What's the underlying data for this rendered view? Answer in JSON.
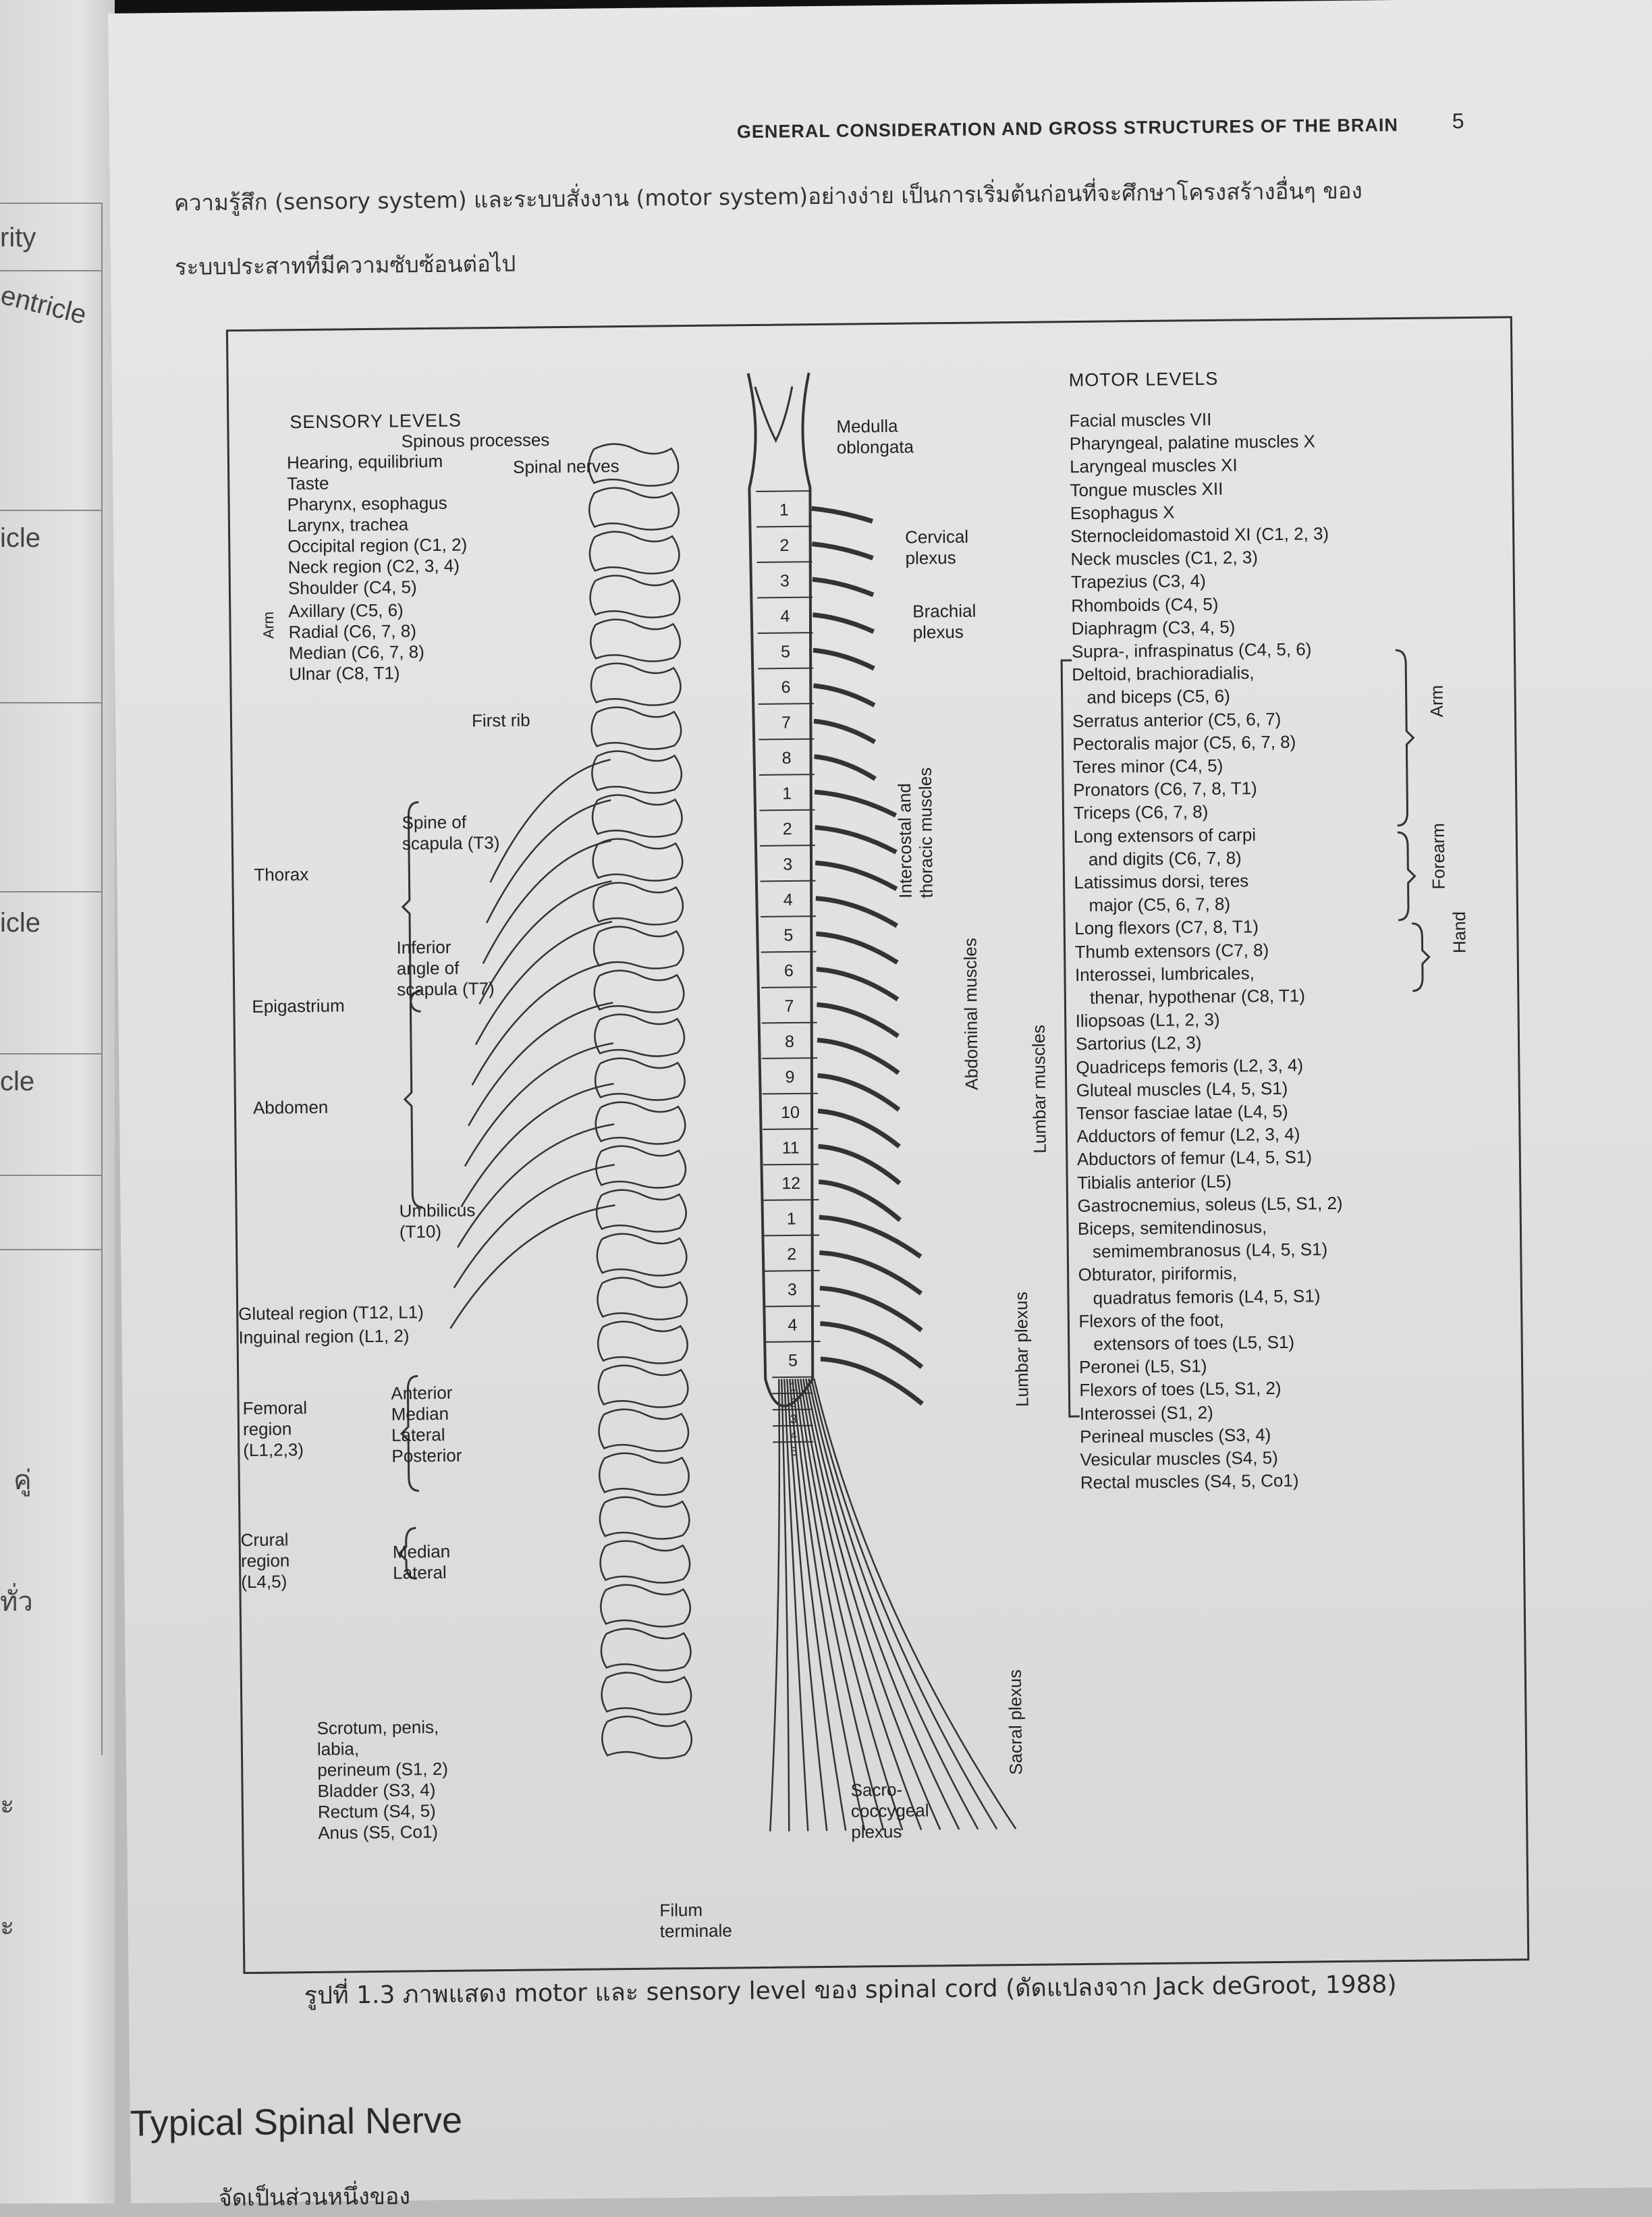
{
  "left_fragments": [
    "rity",
    "entricle",
    "icle",
    "icle",
    "cle",
    "คู่",
    "ทั่ว",
    "ะ",
    "ะ"
  ],
  "running_head": "GENERAL CONSIDERATION AND GROSS STRUCTURES OF THE BRAIN",
  "page_number": "5",
  "body_lines": [
    "ความรู้สึก (sensory system) และระบบสั่งงาน (motor system)อย่างง่าย เป็นการเริ่มต้นก่อนที่จะศึกษาโครงสร้างอื่นๆ ของ",
    "ระบบประสาทที่มีความซับซ้อนต่อไป"
  ],
  "figure": {
    "sensory_heading": "SENSORY LEVELS",
    "motor_heading": "MOTOR LEVELS",
    "sensory_top": [
      "Hearing, equilibrium",
      "Taste",
      "Pharynx, esophagus",
      "Larynx, trachea",
      "Occipital region (C1, 2)",
      "Neck region (C2, 3, 4)",
      "Shoulder (C4, 5)"
    ],
    "arm_label": "Arm",
    "arm_items": [
      "Axillary (C5, 6)",
      "Radial (C6, 7, 8)",
      "Median (C6, 7, 8)",
      "Ulnar (C8, T1)"
    ],
    "thorax": "Thorax",
    "spine_scapula": "Spine of\nscapula (T3)",
    "inferior_angle": "Inferior\nangle of\nscapula (T7)",
    "epigastrium": "Epigastrium",
    "abdomen": "Abdomen",
    "umbilicus": "Umbilicus\n(T10)",
    "gluteal": "Gluteal region (T12, L1)",
    "inguinal": "Inguinal region (L1, 2)",
    "femoral": "Femoral\nregion\n(L1,2,3)",
    "femoral_items": "Anterior\nMedian\nLateral\nPosterior",
    "crural": "Crural\nregion\n(L4,5)",
    "crural_items": "Median\nLateral",
    "scrotum": "Scrotum, penis,\nlabia,\nperineum (S1, 2)\nBladder (S3, 4)\nRectum (S4, 5)\nAnus (S5, Co1)",
    "spinous_processes": "Spinous processes",
    "spinal_nerves": "Spinal nerves",
    "first_rib": "First rib",
    "medulla": "Medulla\noblongata",
    "cervical_plexus": "Cervical\nplexus",
    "brachial_plexus": "Brachial\nplexus",
    "intercostal": "Intercostal and\nthoracic muscles",
    "abdominal": "Abdominal muscles",
    "lumbar_muscles": "Lumbar muscles",
    "lumbar_plexus": "Lumbar plexus",
    "sacral_plexus": "Sacral plexus",
    "sacrococcygeal": "Sacro-\ncoccygeal\nplexus",
    "filum": "Filum\nterminale",
    "cervical_numbers": [
      "1",
      "2",
      "3",
      "4",
      "5",
      "6",
      "7",
      "8"
    ],
    "thoracic_numbers": [
      "1",
      "2",
      "3",
      "4",
      "5",
      "6",
      "7",
      "8",
      "9",
      "10",
      "11",
      "12"
    ],
    "lumbar_numbers": [
      "1",
      "2",
      "3",
      "4",
      "5"
    ],
    "sacral_numbers": [
      "1",
      "2",
      "3",
      "4",
      "5"
    ],
    "motor_items": [
      "Facial muscles VII",
      "Pharyngeal, palatine muscles X",
      "Laryngeal muscles XI",
      "Tongue muscles XII",
      "Esophagus X",
      "Sternocleidomastoid XI (C1, 2, 3)",
      "Neck muscles (C1, 2, 3)",
      "Trapezius (C3, 4)",
      "Rhomboids (C4, 5)",
      "Diaphragm (C3, 4, 5)",
      "Supra-, infraspinatus (C4, 5, 6)",
      "Deltoid, brachioradialis,",
      "   and biceps (C5, 6)",
      "Serratus anterior (C5, 6, 7)",
      "Pectoralis major (C5, 6, 7, 8)",
      "Teres minor (C4, 5)",
      "Pronators (C6, 7, 8, T1)",
      "Triceps (C6, 7, 8)",
      "Long extensors of carpi",
      "   and digits (C6, 7, 8)",
      "Latissimus dorsi, teres",
      "   major (C5, 6, 7, 8)",
      "Long flexors (C7, 8, T1)",
      "Thumb extensors (C7, 8)",
      "Interossei, lumbricales,",
      "   thenar, hypothenar (C8, T1)",
      "Iliopsoas (L1, 2, 3)",
      "Sartorius (L2, 3)",
      "Quadriceps femoris (L2, 3, 4)",
      "Gluteal muscles (L4, 5, S1)",
      "Tensor fasciae latae (L4, 5)",
      "Adductors of femur (L2, 3, 4)",
      "Abductors of femur (L4, 5, S1)",
      "Tibialis anterior (L5)",
      "Gastrocnemius, soleus (L5, S1, 2)",
      "Biceps, semitendinosus,",
      "   semimembranosus (L4, 5, S1)",
      "Obturator, piriformis,",
      "   quadratus femoris (L4, 5, S1)",
      "Flexors of the foot,",
      "   extensors of toes (L5, S1)",
      "Peronei (L5, S1)",
      "Flexors of toes (L5, S1, 2)",
      "Interossei (S1, 2)",
      "Perineal muscles (S3, 4)",
      "Vesicular muscles (S4, 5)",
      "Rectal muscles (S4, 5, Co1)"
    ],
    "bracket_arm": "Arm",
    "bracket_forearm": "Forearm",
    "bracket_hand": "Hand"
  },
  "caption": "รูปที่ 1.3 ภาพแสดง  motor และ sensory level ของ spinal cord   (ดัดแปลงจาก Jack deGroot, 1988)",
  "section_title": "Typical Spinal Nerve",
  "bottom_fragment": "จัดเป็นส่วนหนึ่งของ"
}
